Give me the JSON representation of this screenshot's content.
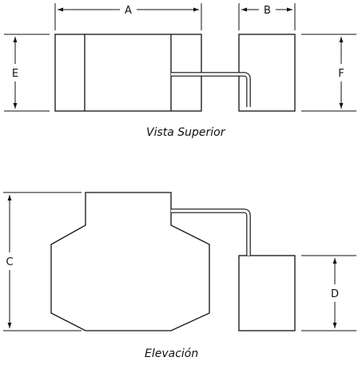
{
  "views": {
    "top": {
      "caption": "Vista Superior",
      "dimensions": {
        "width_main": "A",
        "width_small": "B",
        "depth_main": "E",
        "depth_small": "F"
      }
    },
    "elevation": {
      "caption": "Elevación",
      "dimensions": {
        "height_main": "C",
        "height_small": "D"
      }
    }
  }
}
